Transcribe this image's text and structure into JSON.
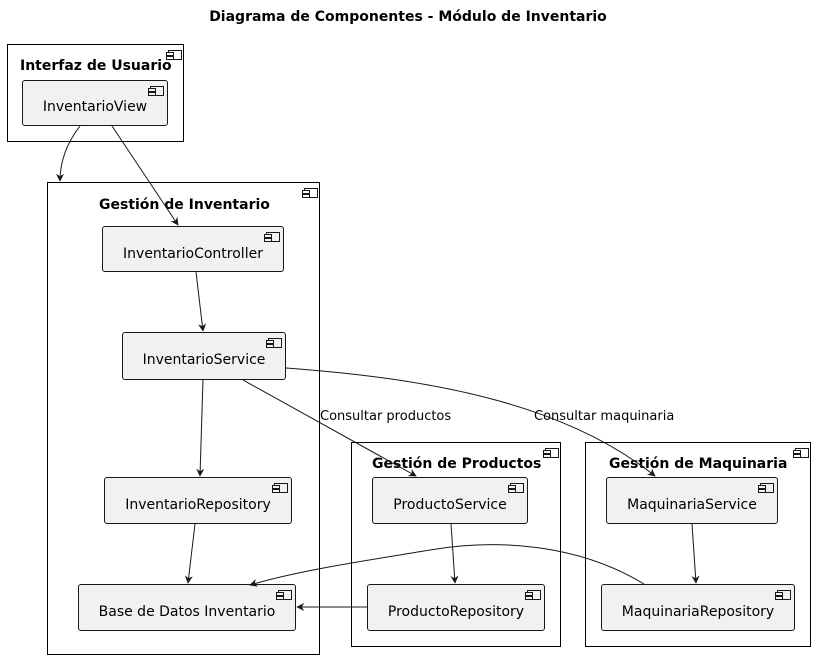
{
  "title": "Diagrama de Componentes - Módulo de Inventario",
  "packages": {
    "ui": {
      "title": "Interfaz de Usuario"
    },
    "inventario": {
      "title": "Gestión de Inventario"
    },
    "productos": {
      "title": "Gestión de Productos"
    },
    "maquinaria": {
      "title": "Gestión de Maquinaria"
    }
  },
  "components": {
    "inventario_view": "InventarioView",
    "inventario_controller": "InventarioController",
    "inventario_service": "InventarioService",
    "inventario_repository": "InventarioRepository",
    "base_datos": "Base de Datos Inventario",
    "producto_service": "ProductoService",
    "producto_repository": "ProductoRepository",
    "maquinaria_service": "MaquinariaService",
    "maquinaria_repository": "MaquinariaRepository"
  },
  "edge_labels": {
    "consultar_productos": "Consultar productos",
    "consultar_maquinaria": "Consultar maquinaria"
  },
  "colors": {
    "component_fill": "#f1f1f1",
    "border": "#181818",
    "edge": "#181818"
  }
}
